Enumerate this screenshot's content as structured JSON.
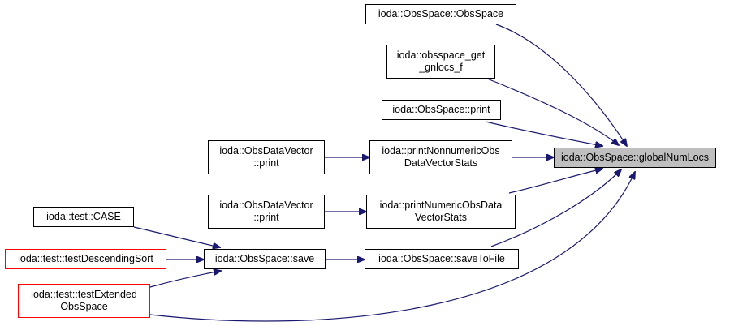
{
  "colors": {
    "edge": "#191970",
    "node_border": "#000000",
    "incomplete_border": "#ff0000",
    "focus_fill": "#bfbfbf"
  },
  "nodes": {
    "global_num_locs": {
      "lines": [
        "ioda::ObsSpace::globalNumLocs"
      ]
    },
    "obsspace_ctor": {
      "lines": [
        "ioda::ObsSpace::ObsSpace"
      ]
    },
    "obsspace_get_gnlocs": {
      "lines": [
        "ioda::obsspace_get",
        "_gnlocs_f"
      ]
    },
    "obsspace_print": {
      "lines": [
        "ioda::ObsSpace::print"
      ]
    },
    "print_nonnumeric": {
      "lines": [
        "ioda::printNonnumericObs",
        "DataVectorStats"
      ]
    },
    "print_numeric": {
      "lines": [
        "ioda::printNumericObsData",
        "VectorStats"
      ]
    },
    "save_to_file": {
      "lines": [
        "ioda::ObsSpace::saveToFile"
      ]
    },
    "datavector_print_1": {
      "lines": [
        "ioda::ObsDataVector",
        "::print"
      ]
    },
    "datavector_print_2": {
      "lines": [
        "ioda::ObsDataVector",
        "::print"
      ]
    },
    "obsspace_save": {
      "lines": [
        "ioda::ObsSpace::save"
      ]
    },
    "test_case": {
      "lines": [
        "ioda::test::CASE"
      ]
    },
    "test_descending_sort": {
      "lines": [
        "ioda::test::testDescendingSort"
      ]
    },
    "test_extended_obsspace": {
      "lines": [
        "ioda::test::testExtended",
        "ObsSpace"
      ]
    }
  }
}
